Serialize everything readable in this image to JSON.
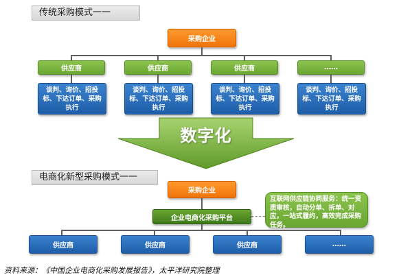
{
  "top_section": {
    "title": "传统采购模式一一",
    "root": "采购企业",
    "suppliers": [
      "供应商",
      "供应商",
      "供应商",
      "……"
    ],
    "activities": [
      "谈判、询价、招投标、下达订单、采购执行",
      "谈判、询价、招投标、下达订单、采购执行",
      "谈判、询价、招投标、下达订单、采购执行",
      "谈判、询价、招投标、下达订单、采购执行"
    ]
  },
  "transition": {
    "label": "数字化"
  },
  "bottom_section": {
    "title": "电商化新型采购模式一一",
    "root": "采购企业",
    "platform": "企业电商化采购平台",
    "callout": "互联网供应链协同服务：统一资质审核，自动分单、拆单、对应，一站式履约，高效完成采购任务。",
    "suppliers": [
      "供应商",
      "供应商",
      "供应商",
      "……"
    ]
  },
  "source": "资料来源：《中国企业电商化采购发展报告》，太平洋研究院整理",
  "colors": {
    "orange": "#f0740a",
    "green": "#6aa632",
    "blue": "#1f5ea8",
    "arrow": "#7cb342"
  }
}
